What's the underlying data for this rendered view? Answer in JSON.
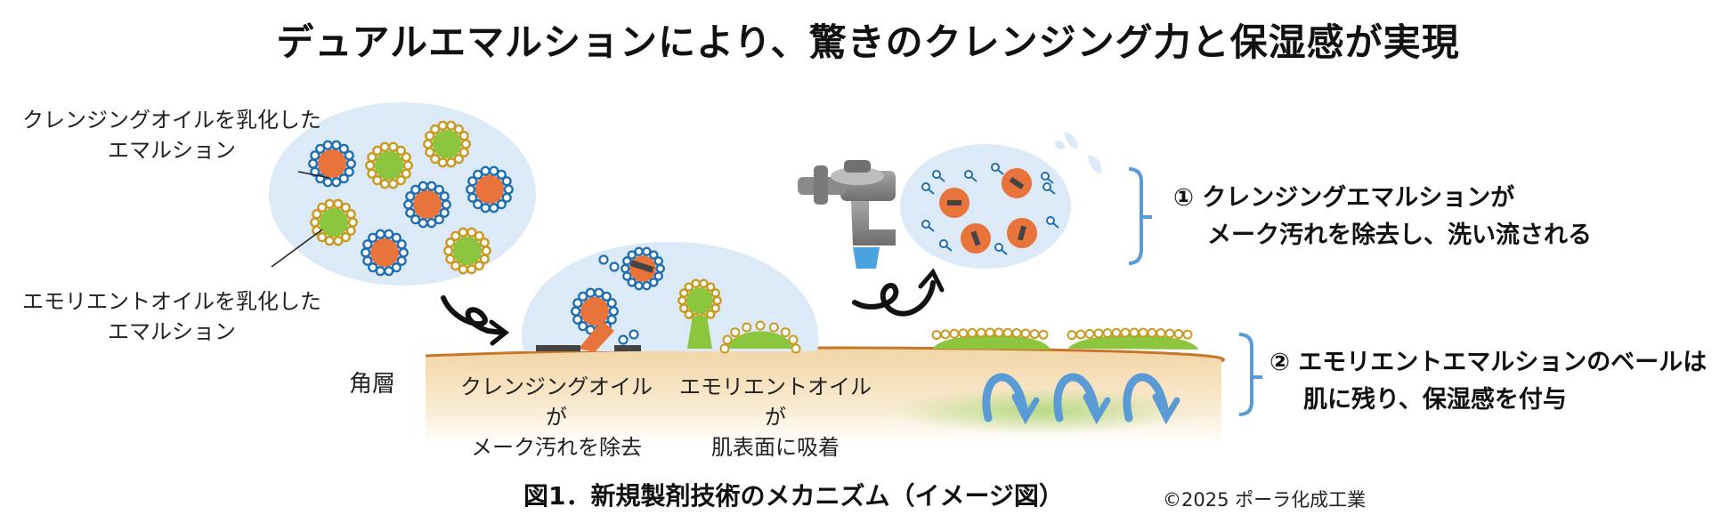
{
  "title": "デュアルエマルションにより、驚きのクレンジング力と保湿感が実現",
  "labels": {
    "cleansing_emulsion": [
      "クレンジングオイルを乳化した",
      "エマルション"
    ],
    "emollient_emulsion": [
      "エモリエントオイルを乳化した",
      "エマルション"
    ],
    "stratum_corneum": "角層",
    "cleansing_removes": [
      "クレンジングオイルが",
      "メーク汚れを除去"
    ],
    "emollient_adsorbs": [
      "エモリエントオイルが",
      "肌表面に吸着"
    ]
  },
  "steps": [
    {
      "number": "①",
      "lines": [
        "クレンジングエマルションが",
        "メーク汚れを除去し、洗い流される"
      ]
    },
    {
      "number": "②",
      "lines": [
        "エモリエントエマルションのベールは",
        "肌に残り、保湿感を付与"
      ]
    }
  ],
  "caption": "図1．新規製剤技術のメカニズム（イメージ図）",
  "copyright": "©2025 ポーラ化成工業",
  "colors": {
    "cleansing_ring": "#1f6fb2",
    "cleansing_core": "#e8743b",
    "emollient_ring": "#c99a1f",
    "emollient_core": "#8cc63f",
    "bubble": "#dce9f7",
    "skin_line": "#c8762a",
    "skin_fill": "#f7e3c1",
    "bracket": "#5b9bd5",
    "arrow_blue": "#5b9bd5"
  },
  "icons": [
    "faucet-icon",
    "water-drop-icon",
    "curl-arrow-icon"
  ]
}
